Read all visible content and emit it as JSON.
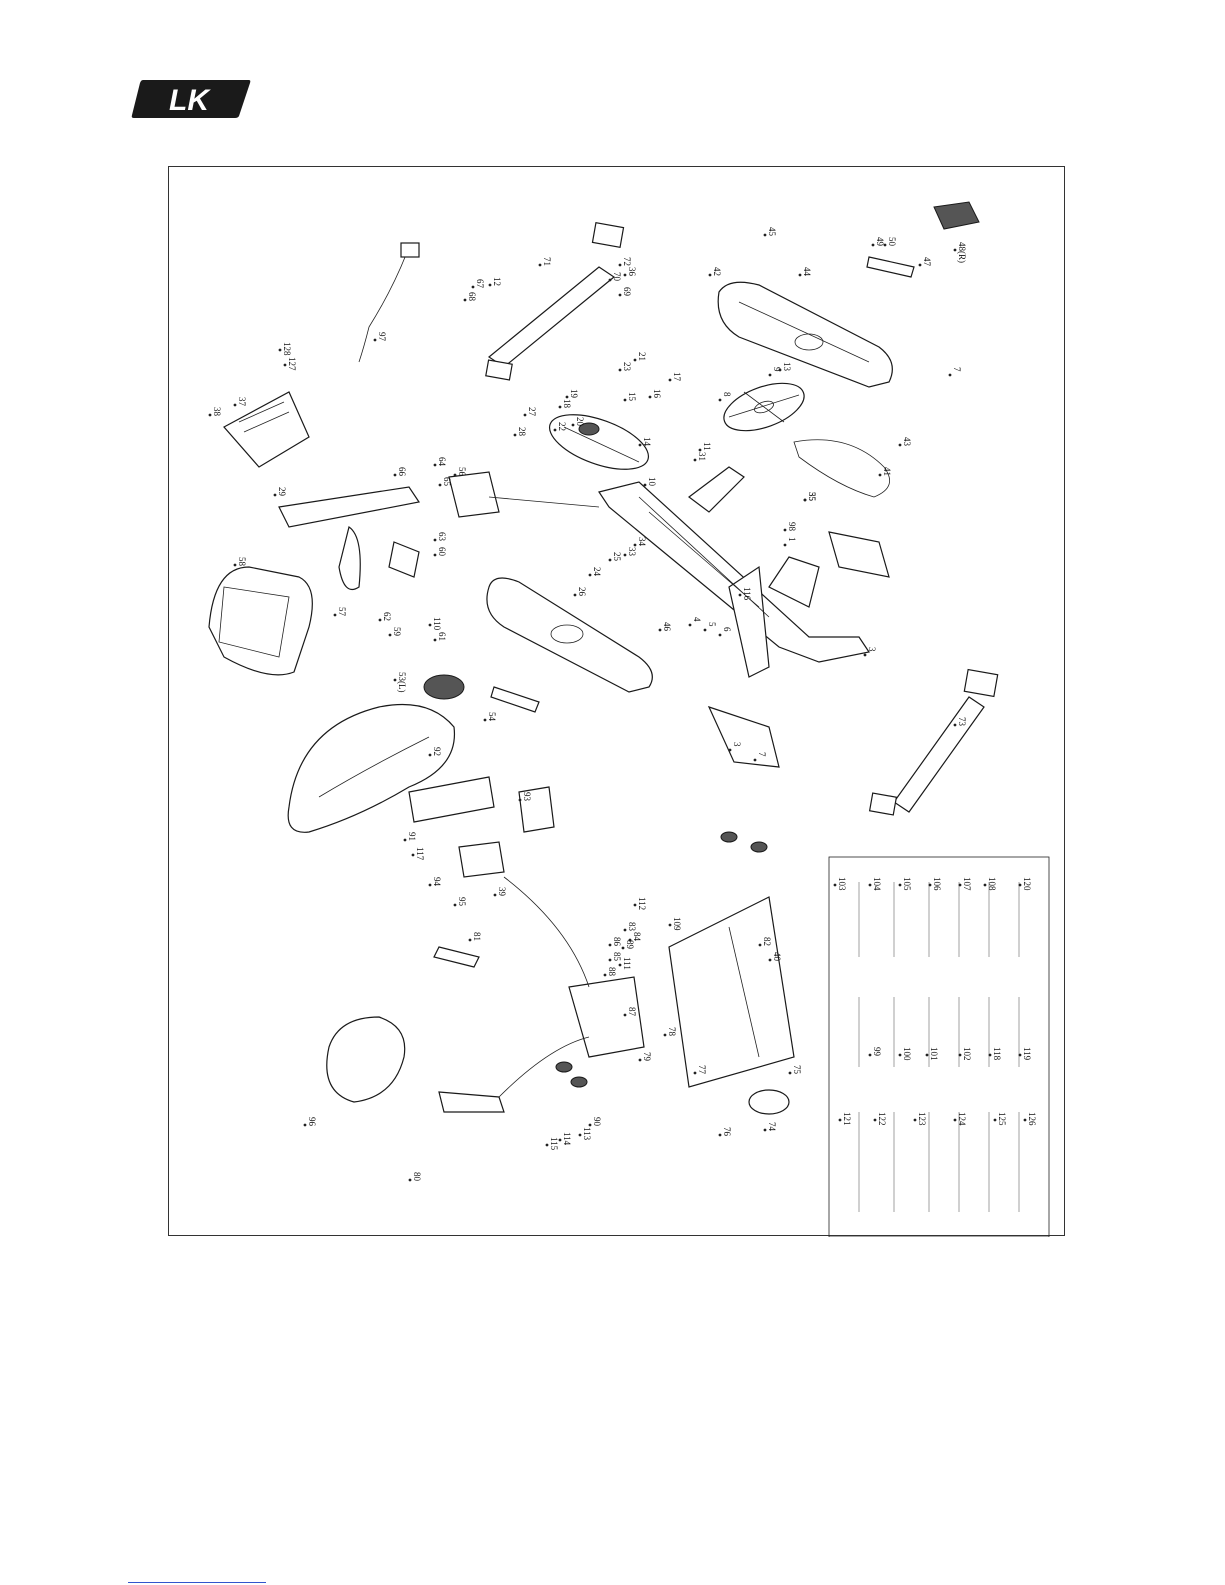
{
  "brand": {
    "logo_text": "LK",
    "logo_color": "#1a1a1a"
  },
  "diagram": {
    "type": "exploded-parts-view",
    "part_labels": [
      {
        "id": "1"
      },
      {
        "id": "3"
      },
      {
        "id": "3b",
        "text": "3"
      },
      {
        "id": "4"
      },
      {
        "id": "5"
      },
      {
        "id": "6"
      },
      {
        "id": "7"
      },
      {
        "id": "7b",
        "text": "7"
      },
      {
        "id": "8"
      },
      {
        "id": "9"
      },
      {
        "id": "10"
      },
      {
        "id": "11"
      },
      {
        "id": "12"
      },
      {
        "id": "13"
      },
      {
        "id": "14"
      },
      {
        "id": "15"
      },
      {
        "id": "16"
      },
      {
        "id": "17"
      },
      {
        "id": "18"
      },
      {
        "id": "19"
      },
      {
        "id": "20"
      },
      {
        "id": "21"
      },
      {
        "id": "22"
      },
      {
        "id": "23"
      },
      {
        "id": "24"
      },
      {
        "id": "25"
      },
      {
        "id": "26"
      },
      {
        "id": "27"
      },
      {
        "id": "28"
      },
      {
        "id": "29"
      },
      {
        "id": "31"
      },
      {
        "id": "33"
      },
      {
        "id": "34"
      },
      {
        "id": "35"
      },
      {
        "id": "36"
      },
      {
        "id": "37"
      },
      {
        "id": "38"
      },
      {
        "id": "39"
      },
      {
        "id": "40"
      },
      {
        "id": "41"
      },
      {
        "id": "42"
      },
      {
        "id": "43"
      },
      {
        "id": "44"
      },
      {
        "id": "45"
      },
      {
        "id": "46"
      },
      {
        "id": "47"
      },
      {
        "id": "48R",
        "text": "48(R)"
      },
      {
        "id": "49"
      },
      {
        "id": "50"
      },
      {
        "id": "53L",
        "text": "53(L)"
      },
      {
        "id": "54"
      },
      {
        "id": "55"
      },
      {
        "id": "56"
      },
      {
        "id": "57"
      },
      {
        "id": "58"
      },
      {
        "id": "59"
      },
      {
        "id": "60"
      },
      {
        "id": "61"
      },
      {
        "id": "62"
      },
      {
        "id": "63"
      },
      {
        "id": "64"
      },
      {
        "id": "65"
      },
      {
        "id": "66"
      },
      {
        "id": "67"
      },
      {
        "id": "68"
      },
      {
        "id": "69"
      },
      {
        "id": "70"
      },
      {
        "id": "71"
      },
      {
        "id": "72"
      },
      {
        "id": "73"
      },
      {
        "id": "74"
      },
      {
        "id": "75"
      },
      {
        "id": "76"
      },
      {
        "id": "77"
      },
      {
        "id": "78"
      },
      {
        "id": "79"
      },
      {
        "id": "80"
      },
      {
        "id": "81"
      },
      {
        "id": "82"
      },
      {
        "id": "83"
      },
      {
        "id": "84"
      },
      {
        "id": "85"
      },
      {
        "id": "86"
      },
      {
        "id": "87"
      },
      {
        "id": "88"
      },
      {
        "id": "89"
      },
      {
        "id": "90"
      },
      {
        "id": "91"
      },
      {
        "id": "92"
      },
      {
        "id": "93"
      },
      {
        "id": "94"
      },
      {
        "id": "95"
      },
      {
        "id": "96"
      },
      {
        "id": "97"
      },
      {
        "id": "98"
      },
      {
        "id": "99"
      },
      {
        "id": "100"
      },
      {
        "id": "101"
      },
      {
        "id": "102"
      },
      {
        "id": "103"
      },
      {
        "id": "104"
      },
      {
        "id": "105"
      },
      {
        "id": "106"
      },
      {
        "id": "107"
      },
      {
        "id": "108"
      },
      {
        "id": "109"
      },
      {
        "id": "110"
      },
      {
        "id": "111"
      },
      {
        "id": "112"
      },
      {
        "id": "113"
      },
      {
        "id": "114"
      },
      {
        "id": "115"
      },
      {
        "id": "116"
      },
      {
        "id": "117"
      },
      {
        "id": "118"
      },
      {
        "id": "119"
      },
      {
        "id": "120"
      },
      {
        "id": "121"
      },
      {
        "id": "122"
      },
      {
        "id": "123"
      },
      {
        "id": "124"
      },
      {
        "id": "125"
      },
      {
        "id": "126"
      },
      {
        "id": "127"
      },
      {
        "id": "128"
      }
    ]
  }
}
